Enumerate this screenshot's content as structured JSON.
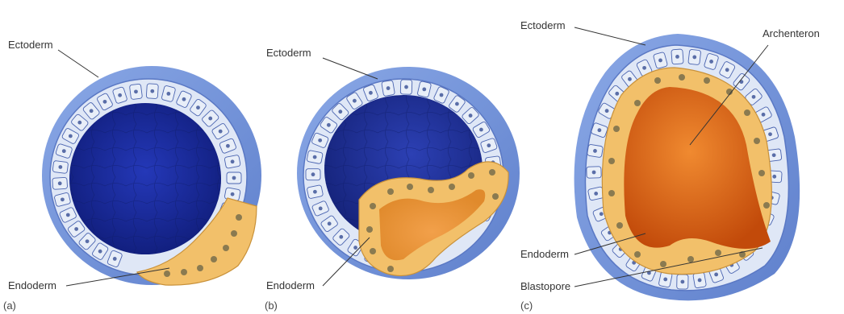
{
  "panels": [
    {
      "id": "a",
      "label": "(a)",
      "labels": {
        "top": "Ectoderm",
        "bottom": "Endoderm"
      }
    },
    {
      "id": "b",
      "label": "(b)",
      "labels": {
        "top": "Ectoderm",
        "bottom": "Endoderm"
      }
    },
    {
      "id": "c",
      "label": "(c)",
      "labels": {
        "top": "Ectoderm",
        "archenteron": "Archenteron",
        "endoderm": "Endoderm",
        "blastopore": "Blastopore"
      }
    }
  ],
  "colors": {
    "ectoderm_outer": "#6f93da",
    "ectoderm_cells": "#e8eef8",
    "blastocoel": "#1a2b96",
    "endoderm": "#f2c06a",
    "archenteron": "#d45a12",
    "nucleus": "#8a7a50"
  }
}
